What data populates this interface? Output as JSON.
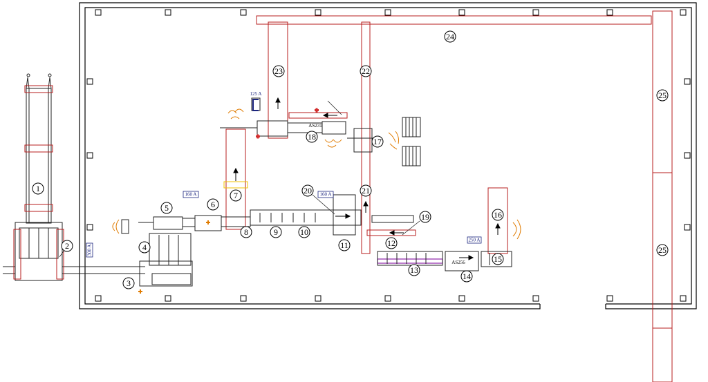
{
  "colors": {
    "wall": "#000000",
    "line": "#222222",
    "zone": "#b71c1c",
    "blue": "#1a237e",
    "orange": "#e07b00",
    "marker": "#d32f2f",
    "purple": "#8e24aa",
    "yellow": "#f2c200"
  },
  "labels": {
    "n1": "1",
    "n2": "2",
    "n3": "3",
    "n4": "4",
    "n5": "5",
    "n6": "6",
    "n7": "7",
    "n8": "8",
    "n9": "9",
    "n10": "10",
    "n11": "11",
    "n12": "12",
    "n13": "13",
    "n14": "14",
    "n15": "15",
    "n16": "16",
    "n17": "17",
    "n18": "18",
    "n19": "19",
    "n20": "20",
    "n21": "21",
    "n22": "22",
    "n23": "23",
    "n24": "24",
    "n25a": "25",
    "n25b": "25"
  },
  "amp_tags": {
    "a125": "125 A",
    "a160l": "160 A",
    "a160r": "160 A",
    "a250": "250 A",
    "a300": "300 A"
  },
  "stations": {
    "as231": "AS231",
    "as256": "AS256"
  }
}
